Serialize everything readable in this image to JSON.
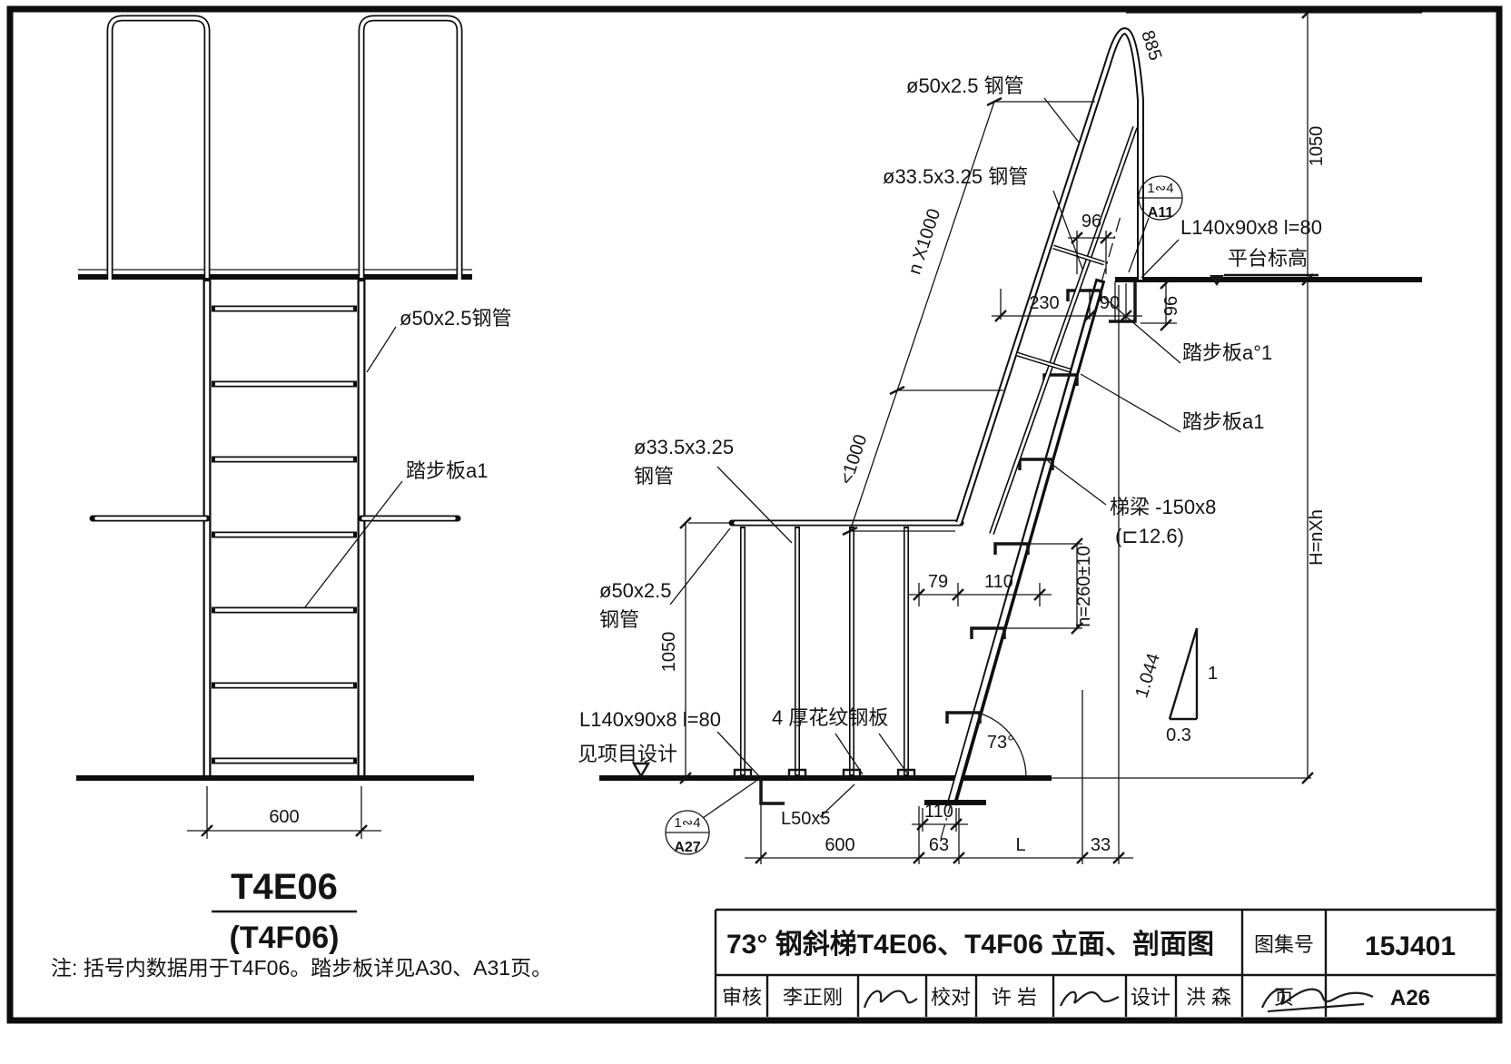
{
  "left_view": {
    "pipe_label": "ø50x2.5钢管",
    "tread_label": "踏步板a1",
    "width_dim": "600",
    "title": "T4E06",
    "subtitle": "(T4F06)"
  },
  "note": "注: 括号内数据用于T4F06。踏步板详见A30、A31页。",
  "right_view": {
    "labels": {
      "pipe50_top": "ø50x2.5 钢管",
      "pipe33_top": "ø33.5x3.25 钢管",
      "l140_top": "L140x90x8 l=80",
      "platform": "平台标高",
      "tread_top": "踏步板a°1",
      "tread": "踏步板a1",
      "stringer1": "梯梁 -150x8",
      "stringer2": "(⊏12.6)",
      "pipe33_left1": "ø33.5x3.25",
      "pipe33_left2": "钢管",
      "pipe50_left1": "ø50x2.5",
      "pipe50_left2": "钢管",
      "l140_bottom": "L140x90x8 l=80",
      "project": "见项目设计",
      "plate": "4 厚花纹钢板",
      "l50": "L50x5"
    },
    "dims": {
      "d885": "885",
      "d1050_right": "1050",
      "dH": "H=nXh",
      "d96_top": "96",
      "d230": "230",
      "d90": "90",
      "d96_side": "96",
      "dnx1000": "n X1000",
      "dlt1000": "<1000",
      "dh260": "h=260±10",
      "d79": "79",
      "d110_mid": "110",
      "d1050_left": "1050",
      "d110_base": "110",
      "d600": "600",
      "d63": "63",
      "dL": "L",
      "d33": "33",
      "angle": "73°"
    },
    "slope": {
      "hyp": "1.044",
      "v": "1",
      "h": "0.3"
    },
    "callouts": {
      "a11_top": "1∾4",
      "a11_no": "A11",
      "a27_top": "1∾4",
      "a27_no": "A27"
    }
  },
  "title_block": {
    "title": "73° 钢斜梯T4E06、T4F06 立面、剖面图",
    "atlas_label": "图集号",
    "atlas_no": "15J401",
    "page_label": "页",
    "page_no": "A26",
    "reviewer_label": "审核",
    "reviewer": "李正刚",
    "checker_label": "校对",
    "checker": "许 岩",
    "designer_label": "设计",
    "designer": "洪 森"
  }
}
